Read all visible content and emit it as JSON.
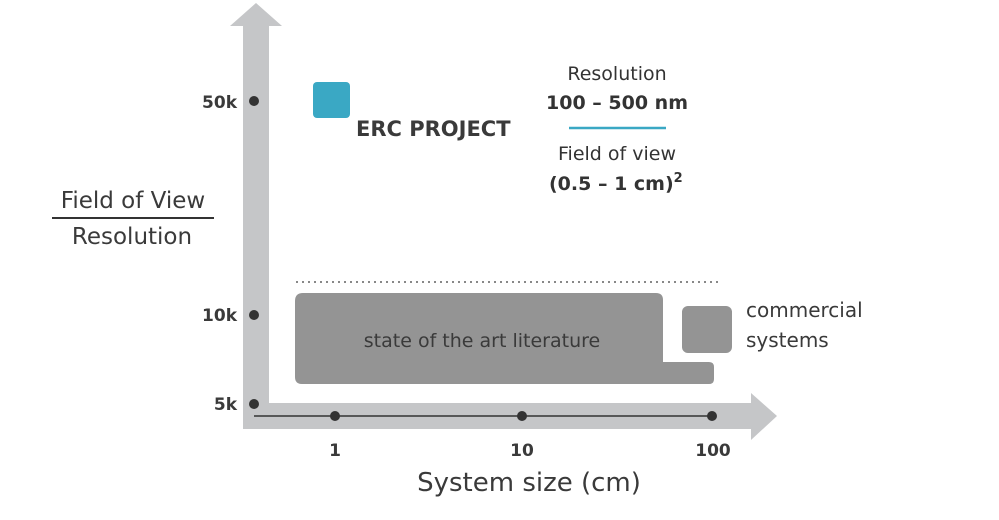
{
  "colors": {
    "axis": "#c5c6c8",
    "box": "#949494",
    "erc_marker": "#3aa8c4",
    "text": "#3a3a3a",
    "divider": "#3aa8c4"
  },
  "y_axis": {
    "label_numerator": "Field of View",
    "label_denominator": "Resolution",
    "ticks": [
      "50k",
      "10k",
      "5k"
    ]
  },
  "x_axis": {
    "label": "System size (cm)",
    "ticks": [
      "1",
      "10",
      "100"
    ]
  },
  "erc": {
    "label": "ERC PROJECT"
  },
  "info": {
    "resolution_label": "Resolution",
    "resolution_value": "100 – 500 nm",
    "fov_label": "Field of view",
    "fov_value": "(0.5 – 1 cm)",
    "fov_exponent": "2"
  },
  "regions": {
    "literature": "state of the art literature",
    "commercial_line1": "commercial",
    "commercial_line2": "systems"
  }
}
